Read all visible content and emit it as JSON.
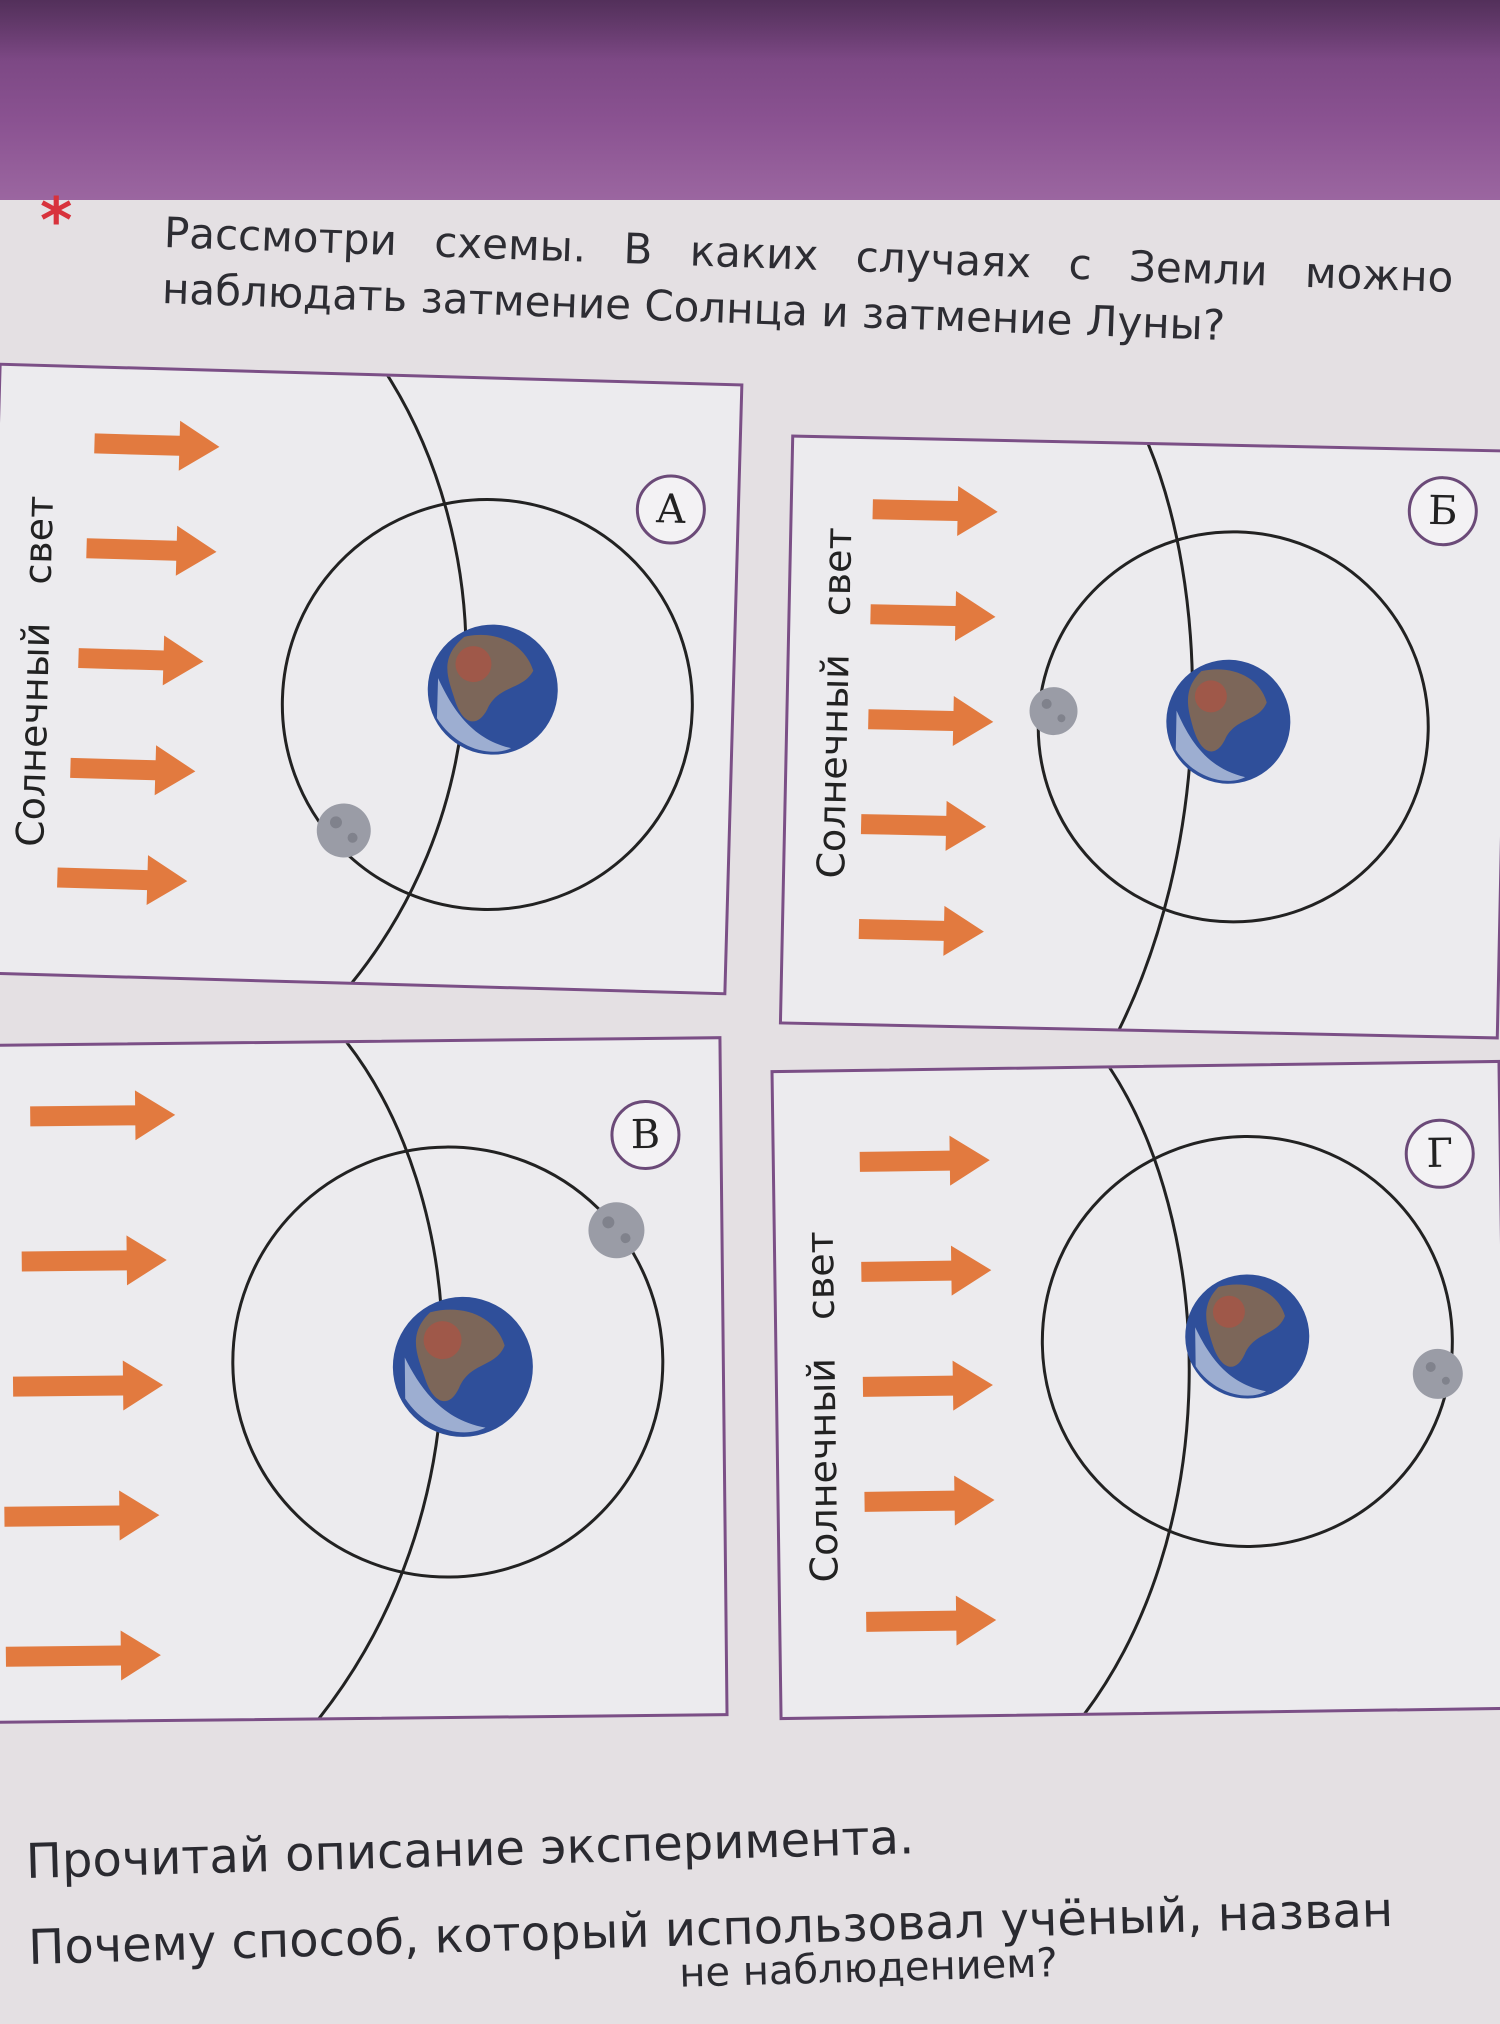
{
  "task": {
    "marker": "*",
    "line1": "Рассмотри схемы. В каких случаях с Земли можно",
    "line2": "наблюдать затмение Солнца и затмение Луны?"
  },
  "sun_label": "Солнечный свет",
  "panels": [
    {
      "id": "A",
      "letter": "А"
    },
    {
      "id": "B",
      "letter": "Б"
    },
    {
      "id": "V",
      "letter": "В"
    },
    {
      "id": "G",
      "letter": "Г"
    }
  ],
  "bottom": {
    "line1": "Прочитай описание эксперимента.",
    "line2": "Почему способ, который использовал учёный, назван",
    "line3": "не наблюдением?"
  },
  "colors": {
    "band": "#8a5291",
    "panel_border": "#7b4f86",
    "arrow": "#e27a3f",
    "star": "#d8323c",
    "earth_ocean": "#2f4f9a",
    "moon": "#9a9ca6"
  },
  "icons": [
    "sun-light-arrow-icon",
    "earth-icon",
    "moon-icon",
    "asterisk-icon"
  ]
}
